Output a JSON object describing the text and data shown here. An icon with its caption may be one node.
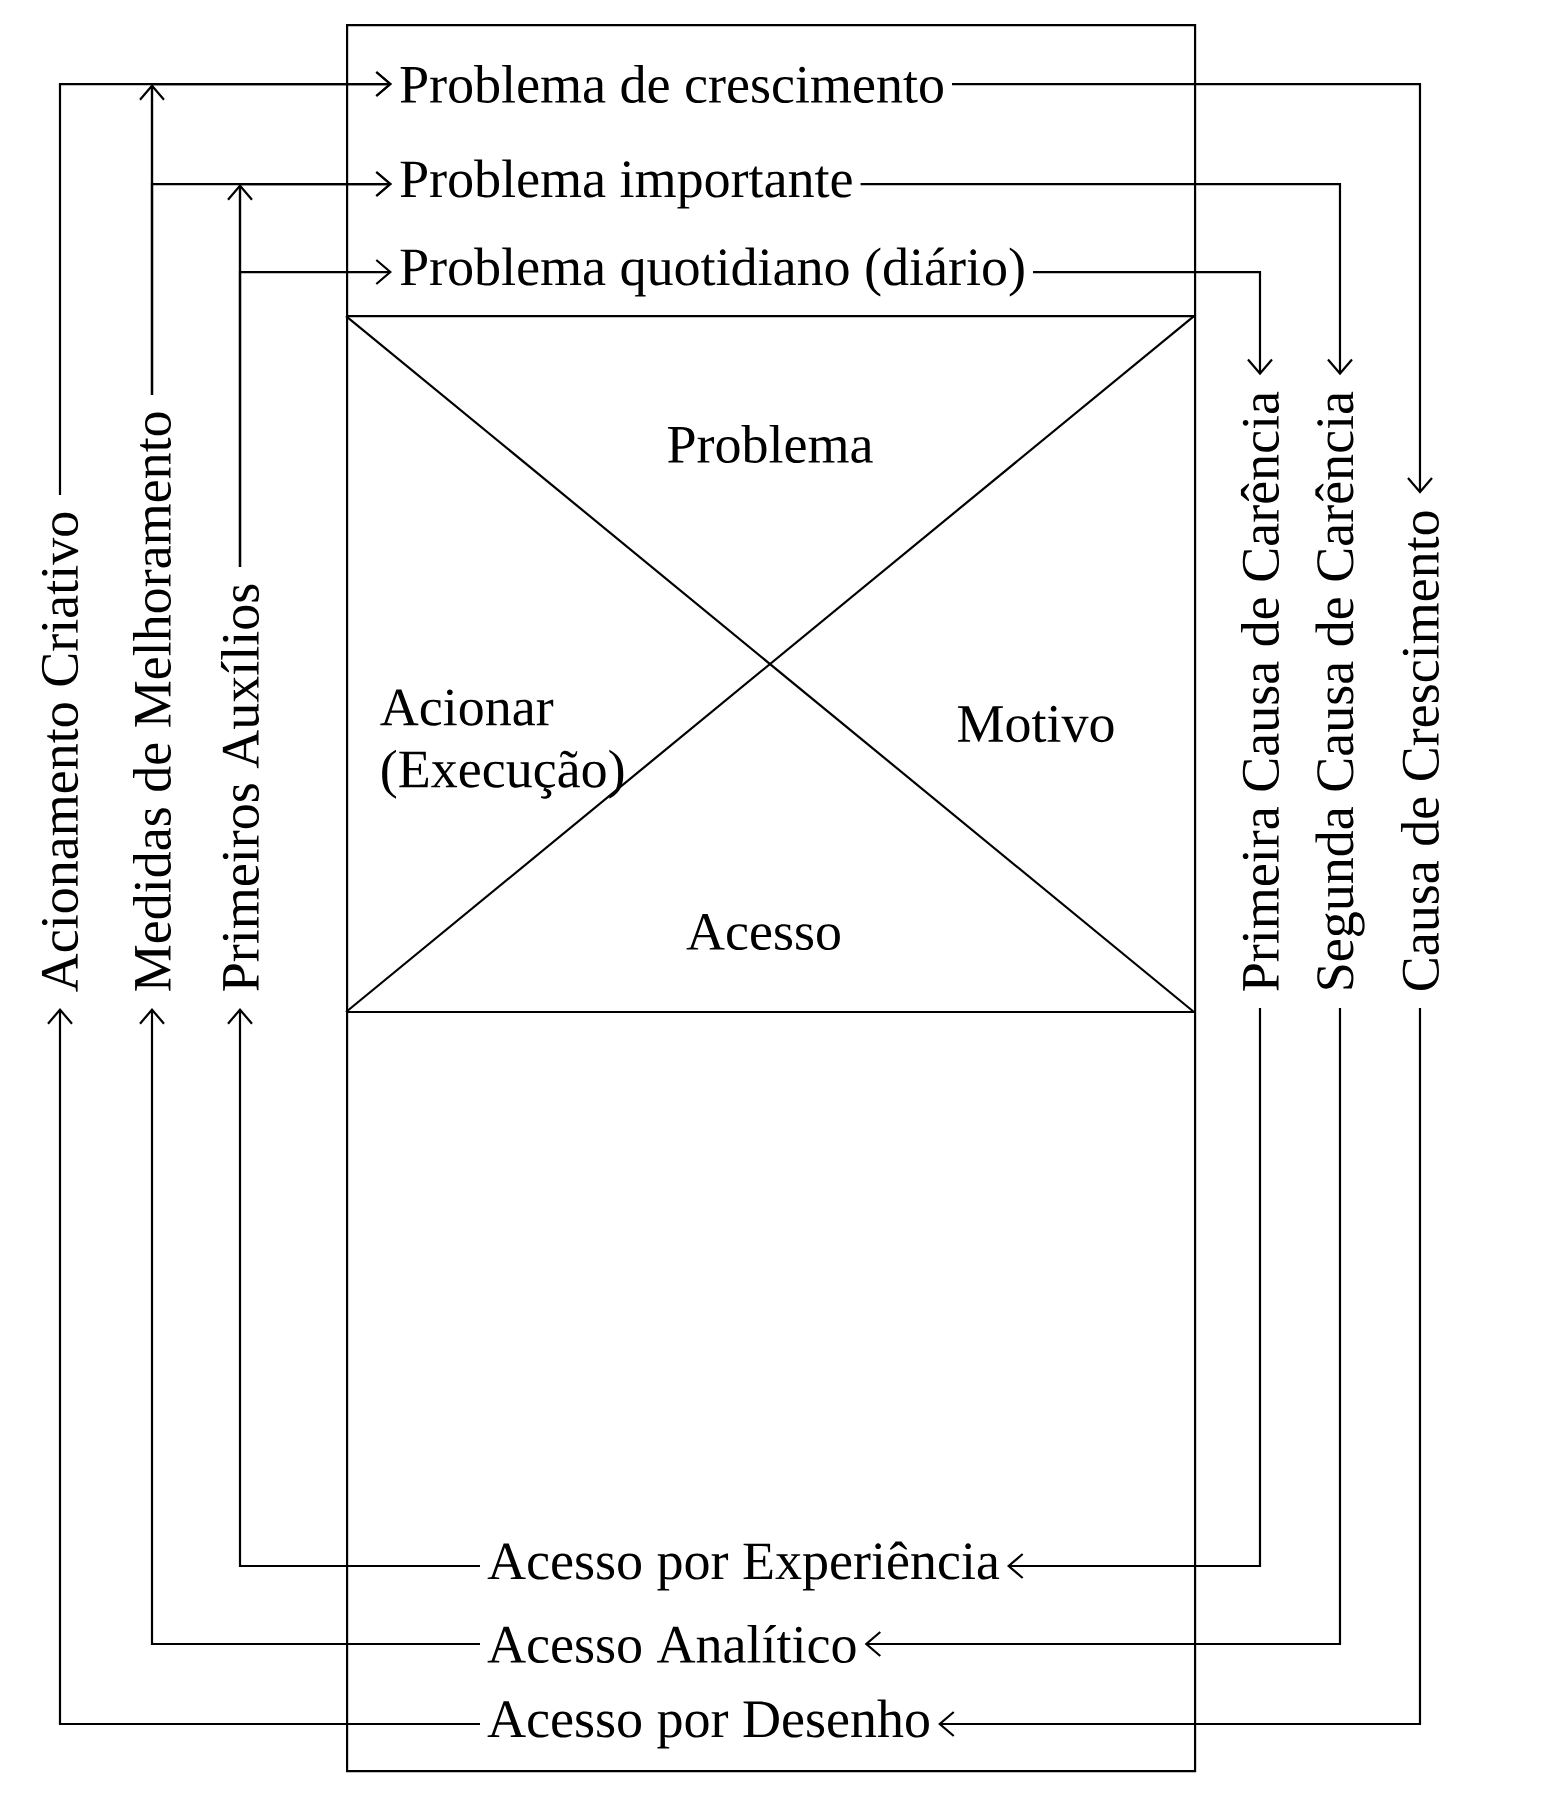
{
  "diagram": {
    "nodes": [
      {
        "text": [],
        "shape": "box"
      },
      {
        "text": [
          "Problema de crescimento"
        ],
        "in": 0
      },
      {
        "text": [
          "Problema importante"
        ],
        "in": 0
      },
      {
        "text": [
          "Problema quotidiano (diário)"
        ],
        "in": 0
      },
      {
        "text": [
          "Problema"
        ],
        "in": 0
      },
      {
        "text": [
          "Acionar (Execução)"
        ],
        "in": 0
      },
      {
        "text": [
          "Motivo"
        ],
        "in": 0
      },
      {
        "text": [
          "Acesso"
        ],
        "in": 0
      },
      {
        "text": [
          "Acesso por Experiência"
        ],
        "in": 0
      },
      {
        "text": [
          "Acesso Analítico"
        ],
        "in": 0
      },
      {
        "text": [
          "Acesso por Desenho"
        ],
        "in": 0
      },
      {
        "text": [
          "Acionamento Criativo"
        ]
      },
      {
        "text": [
          "Medidas de Melhoramento"
        ]
      },
      {
        "text": [
          "Primeiros Auxílios"
        ]
      },
      {
        "text": [
          "Primeira Causa de Carência"
        ]
      },
      {
        "text": [
          "Segunda Causa de Carência"
        ]
      },
      {
        "text": [
          "Causa de Crescimento"
        ]
      }
    ],
    "edges": [
      {
        "from": 11,
        "to": 1,
        "arrow": "to"
      },
      {
        "from": 12,
        "to": 1,
        "arrow": "to"
      },
      {
        "from": 12,
        "to": 2,
        "arrow": "to"
      },
      {
        "from": 13,
        "to": 2,
        "arrow": "to"
      },
      {
        "from": 13,
        "to": 3,
        "arrow": "to"
      },
      {
        "from": 1,
        "to": 16,
        "arrow": "to"
      },
      {
        "from": 2,
        "to": 15,
        "arrow": "to"
      },
      {
        "from": 3,
        "to": 14,
        "arrow": "to"
      },
      {
        "from": 14,
        "to": 8,
        "arrow": "to"
      },
      {
        "from": 15,
        "to": 9,
        "arrow": "to"
      },
      {
        "from": 16,
        "to": 10,
        "arrow": "to"
      },
      {
        "from": 8,
        "to": 13,
        "arrow": "to"
      },
      {
        "from": 9,
        "to": 12,
        "arrow": "to"
      },
      {
        "from": 10,
        "to": 11,
        "arrow": "to"
      }
    ]
  }
}
